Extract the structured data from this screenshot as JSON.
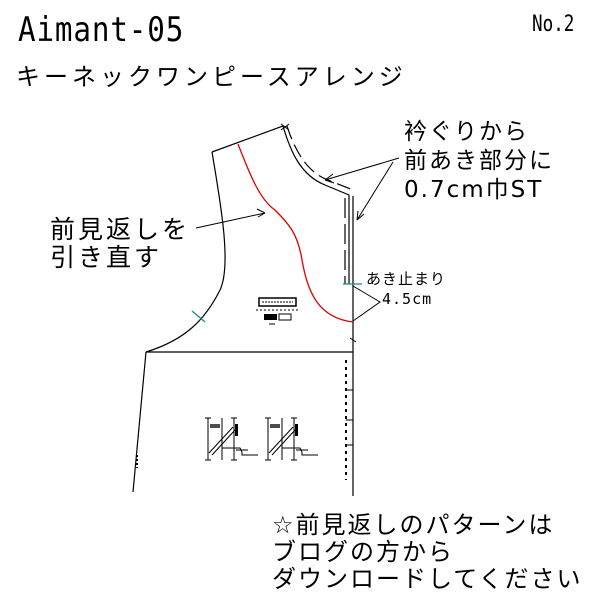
{
  "header": {
    "title": "Aimant-05",
    "page_number": "No.2",
    "subtitle": "キーネックワンピースアレンジ"
  },
  "annotations": {
    "neckline_stitch": {
      "lines": [
        "衿ぐりから",
        "前あき部分に",
        "0.7cm巾ST"
      ]
    },
    "facing_redraw": {
      "lines": [
        "前見返しを",
        "引き直す"
      ]
    },
    "opening_end": {
      "label": "あき止まり",
      "measure": "4.5cm"
    },
    "download_note": {
      "lines": [
        "☆前見返しのパターンは",
        "ブログの方から",
        "ダウンロードしてください"
      ]
    }
  },
  "colors": {
    "outline": "#000000",
    "facing_line": "#e00000",
    "mark": "#1a8a8a"
  }
}
